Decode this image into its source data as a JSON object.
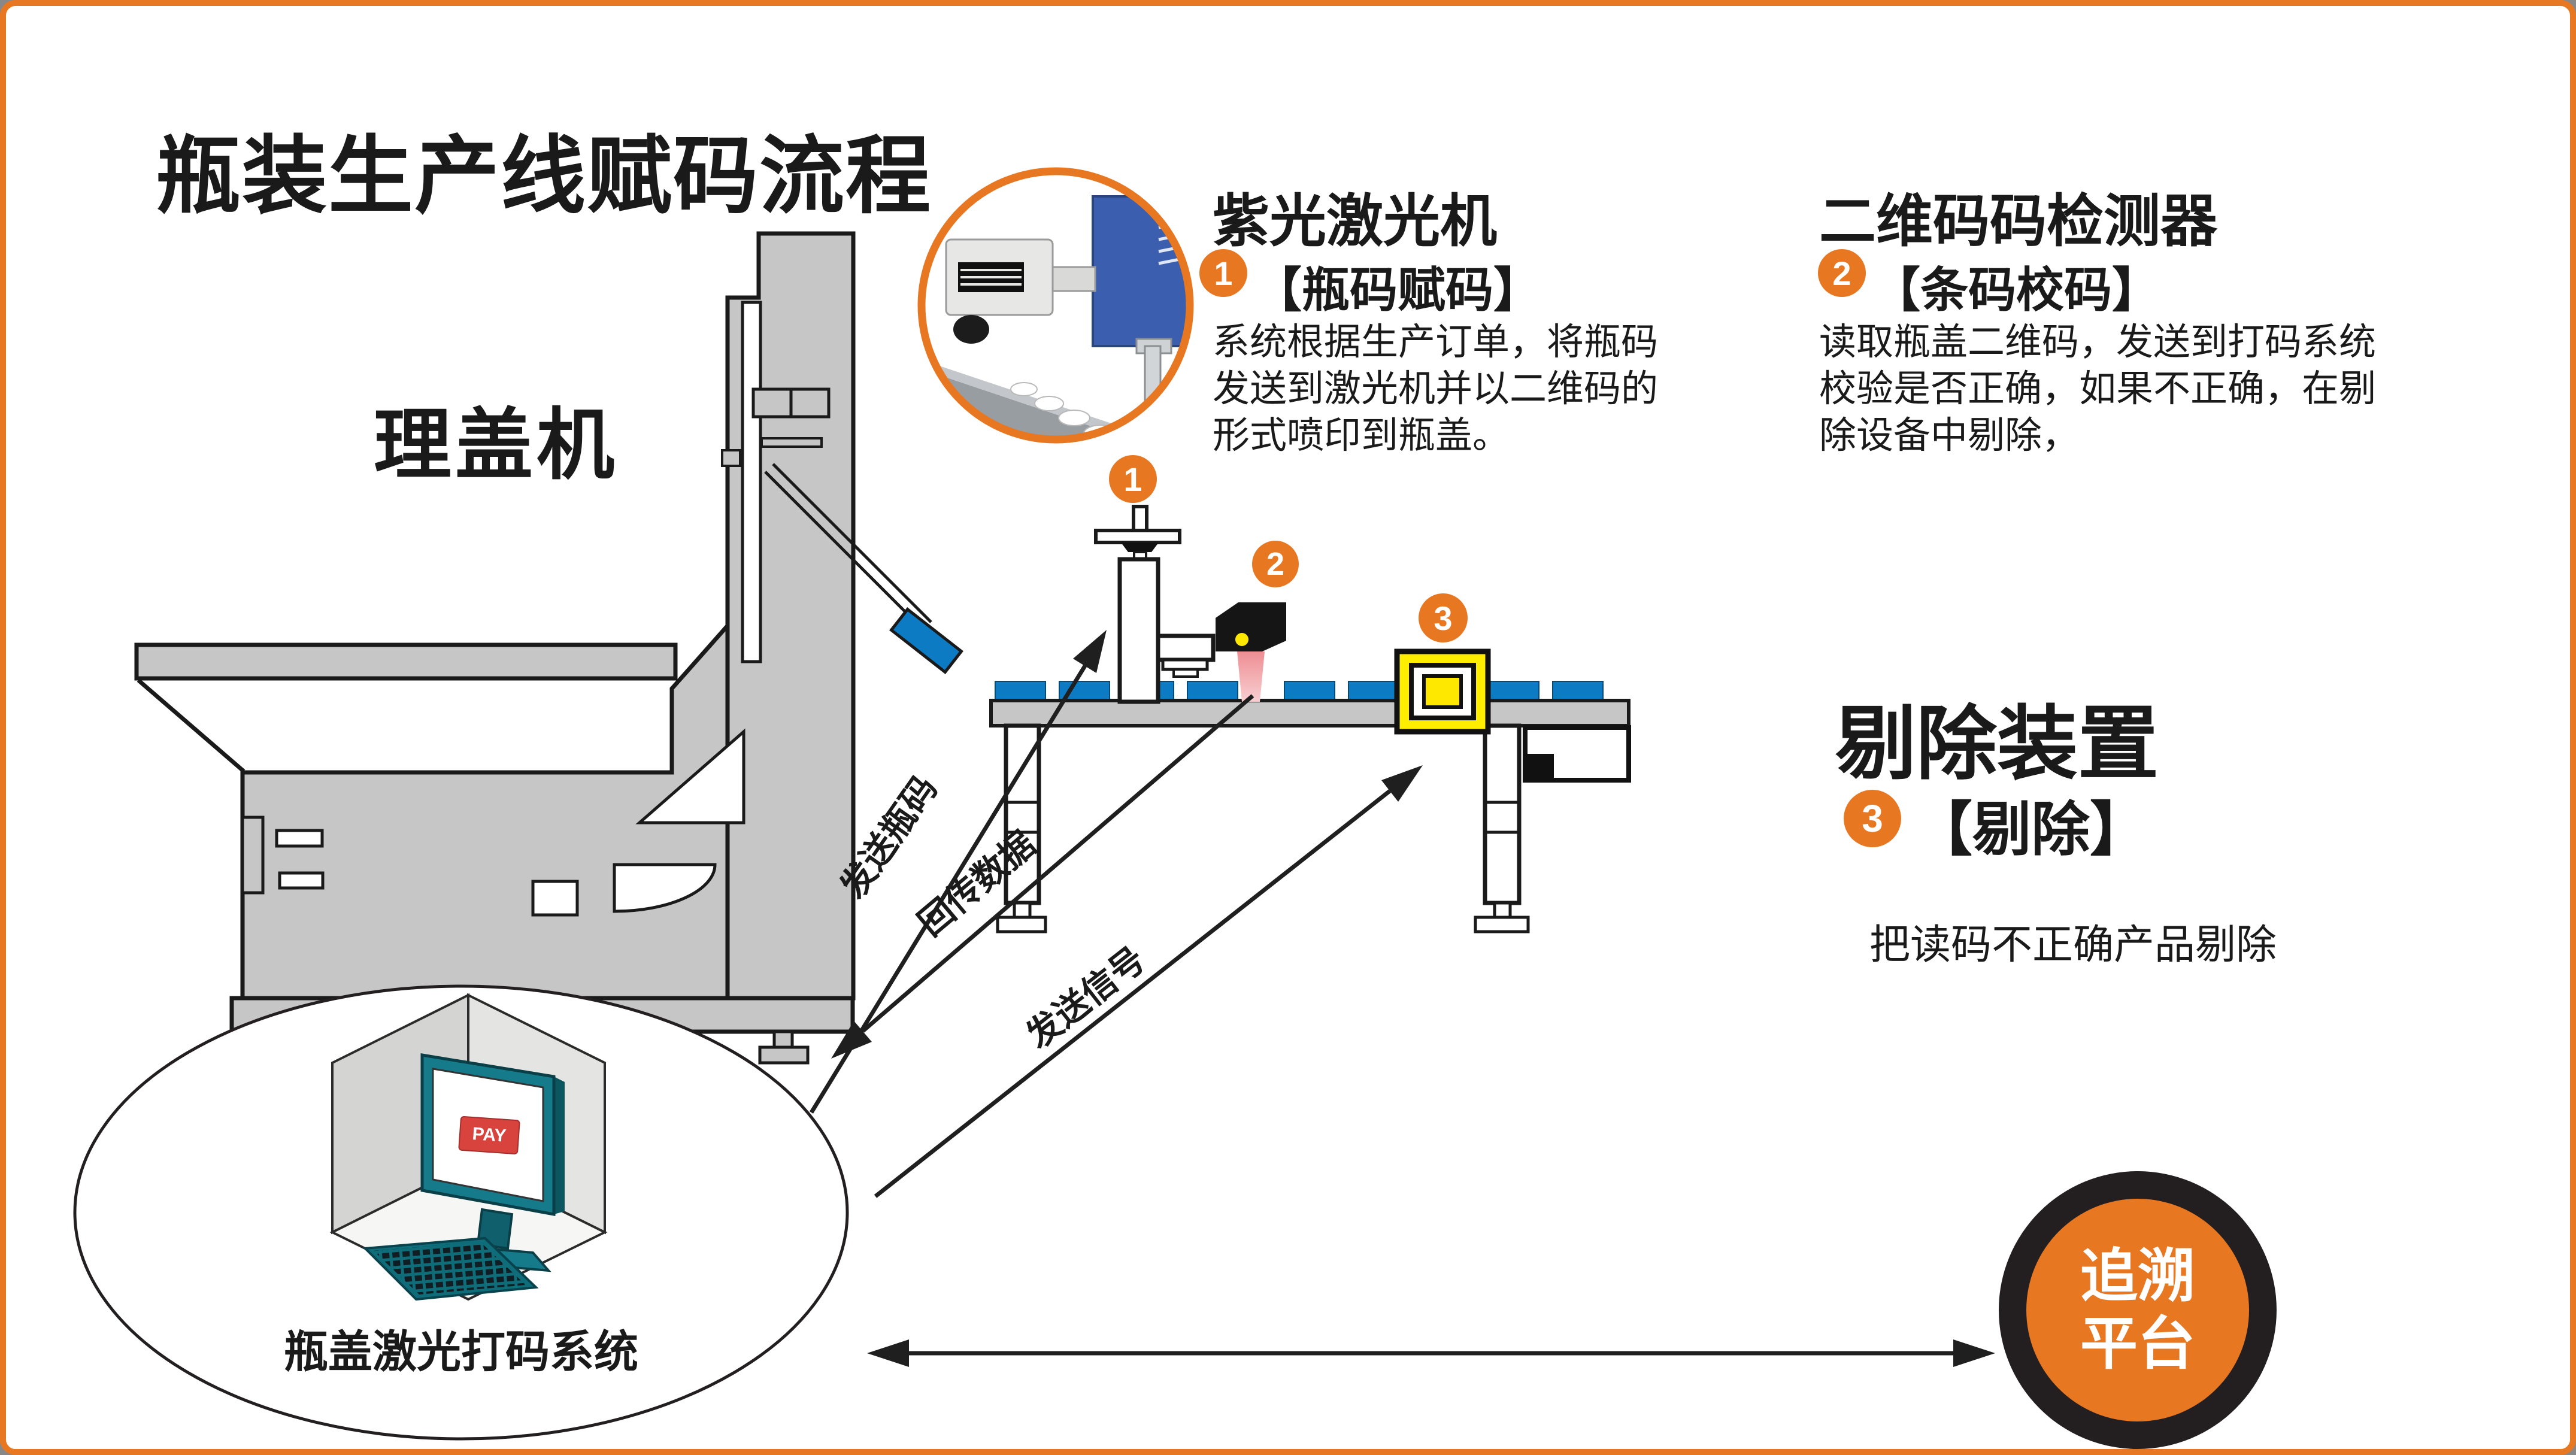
{
  "page": {
    "title": "瓶装生产线赋码流程"
  },
  "machine": {
    "label": "理盖机"
  },
  "sections": {
    "laser": {
      "badge": "1",
      "heading": "紫光激光机",
      "step": "【瓶码赋码】",
      "body": "系统根据生产订单，将瓶码\n发送到激光机并以二维码的\n形式喷印到瓶盖。"
    },
    "detector": {
      "badge": "2",
      "heading": "二维码码检测器",
      "step": "【条码校码】",
      "body": "读取瓶盖二维码，发送到打码系统\n校验是否正确，如果不正确，在剔\n除设备中剔除，"
    },
    "reject": {
      "badge": "3",
      "heading": "剔除装置",
      "step": "【剔除】",
      "body": "把读码不正确产品剔除"
    }
  },
  "arrows": {
    "send_code": "发送瓶码",
    "return_data": "回传数据",
    "send_signal": "发送信号"
  },
  "system": {
    "label": "瓶盖激光打码系统",
    "screen_button": "PAY"
  },
  "platform": {
    "label": "追溯\n平台"
  },
  "colors": {
    "accent_orange": "#E87722",
    "cap_blue": "#0C7BC4",
    "frame_yellow": "#FFEE00",
    "pay_red": "#D8433E",
    "monitor_teal": "#157A8A"
  }
}
